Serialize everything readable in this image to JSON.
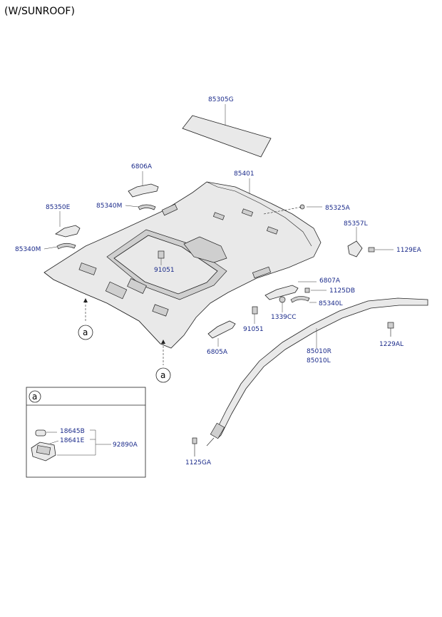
{
  "title": "(W/SUNROOF)",
  "reference_marker": "a",
  "inset": {
    "marker": "a"
  },
  "labels": {
    "p85305G": "85305G",
    "p85401": "85401",
    "p6806A": "6806A",
    "p85340M_top": "85340M",
    "p85350E": "85350E",
    "p85340M_left": "85340M",
    "p85325A": "85325A",
    "p85357L": "85357L",
    "p1129EA": "1129EA",
    "p91051_sunroof": "91051",
    "p6807A": "6807A",
    "p1125DB": "1125DB",
    "p85340L": "85340L",
    "p1339CC": "1339CC",
    "p91051_lower": "91051",
    "p6805A": "6805A",
    "p85010R": "85010R",
    "p85010L": "85010L",
    "p1229AL": "1229AL",
    "p1125GA": "1125GA",
    "p18645B": "18645B",
    "p18641E": "18641E",
    "p92890A": "92890A"
  }
}
